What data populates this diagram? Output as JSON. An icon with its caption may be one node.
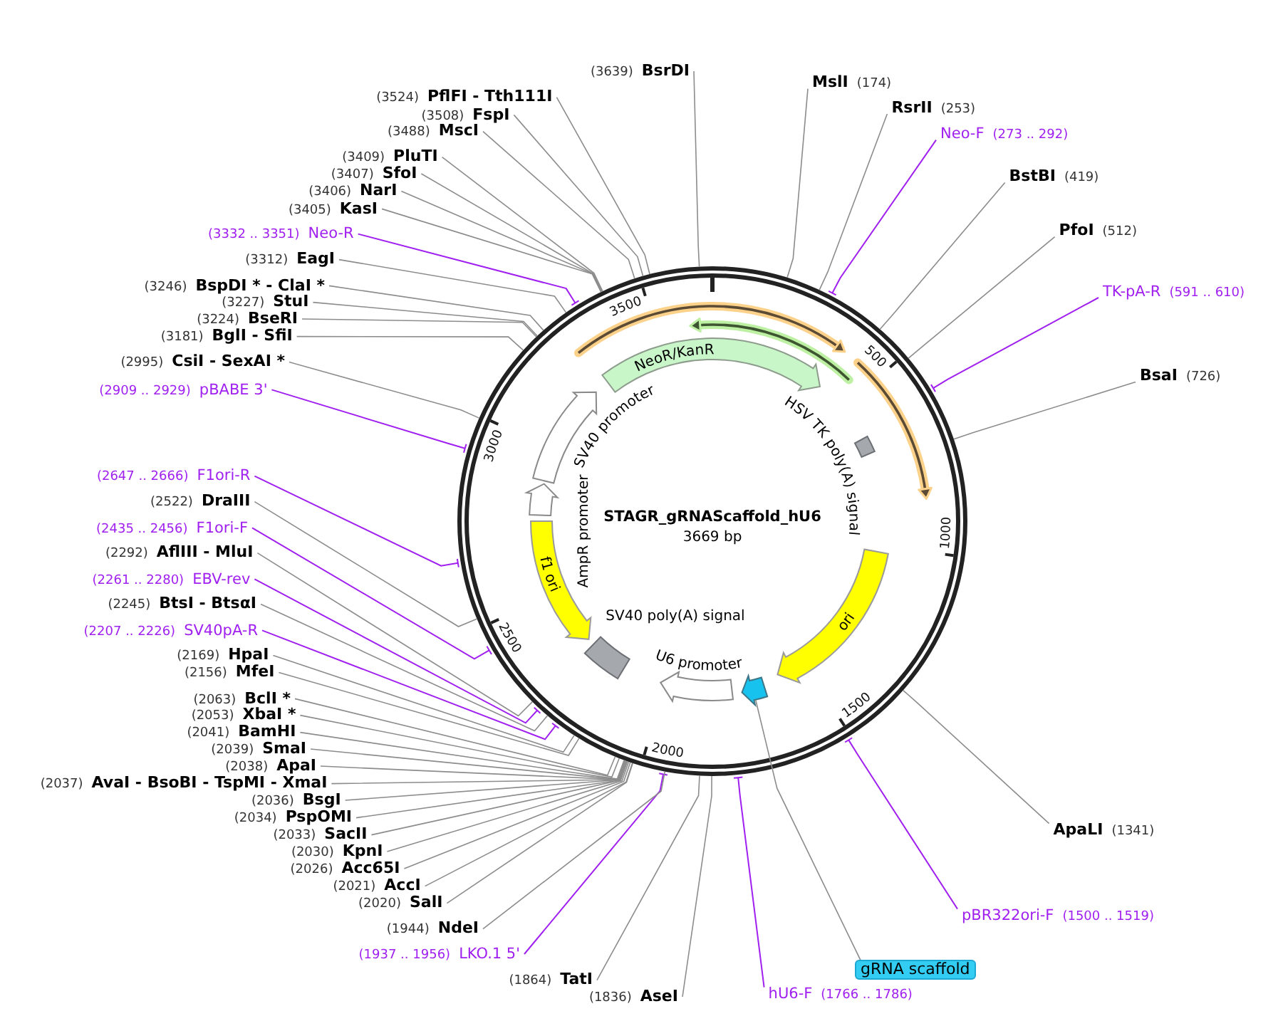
{
  "diagram": {
    "nodes": [
      {
        "text": [
          "STAGR_gRNAScaffold_hU6",
          "3669 bp"
        ]
      },
      {
        "text": [],
        "shape": "arrow",
        "in": 0
      },
      {
        "text": [],
        "shape": "arrow",
        "in": 0
      },
      {
        "text": [],
        "shape": "arrow",
        "in": 0
      },
      {
        "text": [
          "NeoR/KanR"
        ],
        "in": 0
      },
      {
        "text": [
          "HSV TK poly(A) signal"
        ],
        "in": 0
      },
      {
        "text": [
          "ori"
        ],
        "in": 0
      },
      {
        "text": [],
        "shape": "arrow",
        "in": 0
      },
      {
        "text": [
          "U6 promoter"
        ],
        "in": 0
      },
      {
        "text": [
          "SV40 poly(A) signal"
        ],
        "in": 0
      },
      {
        "text": [
          "f1 ori"
        ],
        "in": 0
      },
      {
        "text": [
          "AmpR promoter"
        ],
        "in": 0
      },
      {
        "text": [
          "SV40 promoter"
        ],
        "in": 0
      },
      {
        "text": [
          "(3639)",
          "BsrDI"
        ]
      },
      {
        "text": [
          "MslI",
          "(174)"
        ]
      },
      {
        "text": [
          "RsrII",
          "(253)"
        ]
      },
      {
        "text": [
          "Neo-F",
          "(273 .. 292)"
        ]
      },
      {
        "text": [
          "BstBI",
          "(419)"
        ]
      },
      {
        "text": [
          "PfoI",
          "(512)"
        ]
      },
      {
        "text": [
          "TK-pA-R",
          "(591 .. 610)"
        ]
      },
      {
        "text": [
          "BsaI",
          "(726)"
        ]
      },
      {
        "text": [
          "ApaLI",
          "(1341)"
        ]
      },
      {
        "text": [
          "pBR322ori-F",
          "(1500 .. 1519)"
        ]
      },
      {
        "text": [
          "gRNA scaffold"
        ]
      },
      {
        "text": [
          "hU6-F",
          "(1766 .. 1786)"
        ]
      },
      {
        "text": [
          "(1836)",
          "AseI"
        ]
      },
      {
        "text": [
          "(1864)",
          "TatI"
        ]
      },
      {
        "text": [
          "(1937 .. 1956)",
          "LKO.1 5'"
        ]
      },
      {
        "text": [
          "(1944)",
          "NdeI"
        ]
      },
      {
        "text": [
          "(2020)",
          "SalI"
        ]
      },
      {
        "text": [
          "(2021)",
          "AccI"
        ]
      },
      {
        "text": [
          "(2026)",
          "Acc65I"
        ]
      },
      {
        "text": [
          "(2030)",
          "KpnI"
        ]
      },
      {
        "text": [
          "(2033)",
          "SacII"
        ]
      },
      {
        "text": [
          "(2034)",
          "PspOMI"
        ]
      },
      {
        "text": [
          "(2036)",
          "BsgI"
        ]
      },
      {
        "text": [
          "(2037)",
          "AvaI - BsoBI - TspMI - XmaI"
        ]
      },
      {
        "text": [
          "(2038)",
          "ApaI"
        ]
      },
      {
        "text": [
          "(2039)",
          "SmaI"
        ]
      },
      {
        "text": [
          "(2041)",
          "BamHI"
        ]
      },
      {
        "text": [
          "(2053)",
          "XbaI *"
        ]
      },
      {
        "text": [
          "(2063)",
          "BclI *"
        ]
      },
      {
        "text": [
          "(2156)",
          "MfeI"
        ]
      },
      {
        "text": [
          "(2169)",
          "HpaI"
        ]
      },
      {
        "text": [
          "(2207 .. 2226)",
          "SV40pA-R"
        ]
      },
      {
        "text": [
          "(2245)",
          "BtsI - BtsαI"
        ]
      },
      {
        "text": [
          "(2261 .. 2280)",
          "EBV-rev"
        ]
      },
      {
        "text": [
          "(2292)",
          "AflIII - MluI"
        ]
      },
      {
        "text": [
          "(2435 .. 2456)",
          "F1ori-F"
        ]
      },
      {
        "text": [
          "(2522)",
          "DraIII"
        ]
      },
      {
        "text": [
          "(2647 .. 2666)",
          "F1ori-R"
        ]
      },
      {
        "text": [
          "(2909 .. 2929)",
          "pBABE 3'"
        ]
      },
      {
        "text": [
          "(2995)",
          "CsiI - SexAI *"
        ]
      },
      {
        "text": [
          "(3181)",
          "BglI - SfiI"
        ]
      },
      {
        "text": [
          "(3224)",
          "BseRI"
        ]
      },
      {
        "text": [
          "(3227)",
          "StuI"
        ]
      },
      {
        "text": [
          "(3246)",
          "BspDI * - ClaI *"
        ]
      },
      {
        "text": [
          "(3312)",
          "EagI"
        ]
      },
      {
        "text": [
          "(3332 .. 3351)",
          "Neo-R"
        ]
      },
      {
        "text": [
          "(3405)",
          "KasI"
        ]
      },
      {
        "text": [
          "(3406)",
          "NarI"
        ]
      },
      {
        "text": [
          "(3407)",
          "SfoI"
        ]
      },
      {
        "text": [
          "(3409)",
          "PluTI"
        ]
      },
      {
        "text": [
          "(3488)",
          "MscI"
        ]
      },
      {
        "text": [
          "(3508)",
          "FspI"
        ]
      },
      {
        "text": [
          "(3524)",
          "PflFI - Tth111I"
        ]
      }
    ],
    "edges": [
      {
        "from": 13,
        "to": 0,
        "arrow": "none"
      },
      {
        "from": 14,
        "to": 0,
        "arrow": "none"
      },
      {
        "from": 15,
        "to": 0,
        "arrow": "none"
      },
      {
        "from": 16,
        "to": 0,
        "arrow": "none",
        "color": "#a020f0"
      },
      {
        "from": 17,
        "to": 0,
        "arrow": "none"
      },
      {
        "from": 18,
        "to": 0,
        "arrow": "none"
      },
      {
        "from": 19,
        "to": 0,
        "arrow": "none",
        "color": "#a020f0"
      },
      {
        "from": 20,
        "to": 0,
        "arrow": "none"
      },
      {
        "from": 21,
        "to": 0,
        "arrow": "none"
      },
      {
        "from": 22,
        "to": 0,
        "arrow": "none",
        "color": "#a020f0"
      },
      {
        "from": 23,
        "to": 7,
        "arrow": "none"
      },
      {
        "from": 24,
        "to": 0,
        "arrow": "none",
        "color": "#a020f0"
      },
      {
        "from": 25,
        "to": 0,
        "arrow": "none"
      },
      {
        "from": 26,
        "to": 0,
        "arrow": "none"
      },
      {
        "from": 27,
        "to": 0,
        "arrow": "none",
        "color": "#a020f0"
      },
      {
        "from": 28,
        "to": 0,
        "arrow": "none"
      },
      {
        "from": 29,
        "to": 0,
        "arrow": "none"
      },
      {
        "from": 30,
        "to": 0,
        "arrow": "none"
      },
      {
        "from": 31,
        "to": 0,
        "arrow": "none"
      },
      {
        "from": 32,
        "to": 0,
        "arrow": "none"
      },
      {
        "from": 33,
        "to": 0,
        "arrow": "none"
      },
      {
        "from": 34,
        "to": 0,
        "arrow": "none"
      },
      {
        "from": 35,
        "to": 0,
        "arrow": "none"
      },
      {
        "from": 36,
        "to": 0,
        "arrow": "none"
      },
      {
        "from": 37,
        "to": 0,
        "arrow": "none"
      },
      {
        "from": 38,
        "to": 0,
        "arrow": "none"
      },
      {
        "from": 39,
        "to": 0,
        "arrow": "none"
      },
      {
        "from": 40,
        "to": 0,
        "arrow": "none"
      },
      {
        "from": 41,
        "to": 0,
        "arrow": "none"
      },
      {
        "from": 42,
        "to": 0,
        "arrow": "none"
      },
      {
        "from": 43,
        "to": 0,
        "arrow": "none"
      },
      {
        "from": 44,
        "to": 0,
        "arrow": "none",
        "color": "#a020f0"
      },
      {
        "from": 45,
        "to": 0,
        "arrow": "none"
      },
      {
        "from": 46,
        "to": 0,
        "arrow": "none",
        "color": "#a020f0"
      },
      {
        "from": 47,
        "to": 0,
        "arrow": "none"
      },
      {
        "from": 48,
        "to": 0,
        "arrow": "none",
        "color": "#a020f0"
      },
      {
        "from": 49,
        "to": 0,
        "arrow": "none"
      },
      {
        "from": 50,
        "to": 0,
        "arrow": "none",
        "color": "#a020f0"
      },
      {
        "from": 51,
        "to": 0,
        "arrow": "none",
        "color": "#a020f0"
      },
      {
        "from": 52,
        "to": 0,
        "arrow": "none"
      },
      {
        "from": 53,
        "to": 0,
        "arrow": "none"
      },
      {
        "from": 54,
        "to": 0,
        "arrow": "none"
      },
      {
        "from": 55,
        "to": 0,
        "arrow": "none"
      },
      {
        "from": 56,
        "to": 0,
        "arrow": "none"
      },
      {
        "from": 57,
        "to": 0,
        "arrow": "none"
      },
      {
        "from": 58,
        "to": 0,
        "arrow": "none",
        "color": "#a020f0"
      },
      {
        "from": 59,
        "to": 0,
        "arrow": "none"
      },
      {
        "from": 60,
        "to": 0,
        "arrow": "none"
      },
      {
        "from": 61,
        "to": 0,
        "arrow": "none"
      },
      {
        "from": 62,
        "to": 0,
        "arrow": "none"
      },
      {
        "from": 63,
        "to": 0,
        "arrow": "none"
      },
      {
        "from": 64,
        "to": 0,
        "arrow": "none"
      },
      {
        "from": 65,
        "to": 0,
        "arrow": "none"
      }
    ],
    "labels": [
      "500",
      "1000",
      "1500",
      "2000",
      "2500",
      "3000",
      "3500"
    ]
  }
}
